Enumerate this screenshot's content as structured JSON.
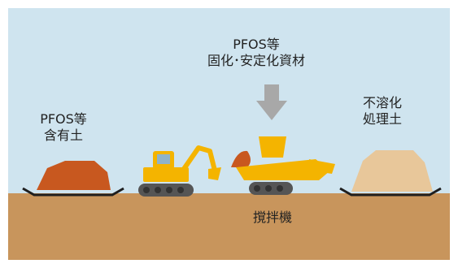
{
  "labels": {
    "pfos_soil_line1": "PFOS等",
    "pfos_soil_line2": "含有土",
    "agent_line1": "PFOS等",
    "agent_line2": "固化･安定化資材",
    "treated_line1": "不溶化",
    "treated_line2": "処理土",
    "mixer": "撹拌機"
  },
  "colors": {
    "sky": "#cfe4ef",
    "ground": "#c8955c",
    "contaminated_pile": "#c8581f",
    "treated_pile": "#e8c79a",
    "machine_yellow": "#f4b400",
    "arrow": "#a8a8a8",
    "sheet": "#1f1f1f"
  },
  "icons": [
    "excavator-icon",
    "mixer-machine-icon",
    "down-arrow-icon"
  ]
}
